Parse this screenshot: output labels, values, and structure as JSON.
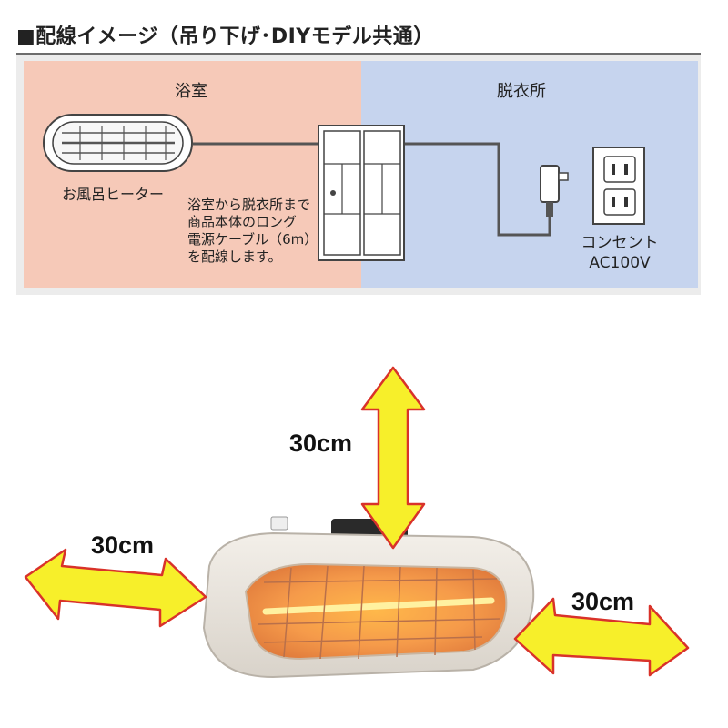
{
  "header": {
    "title": "■配線イメージ（吊り下げ･DIYモデル共通）"
  },
  "diagram": {
    "bathroom_label": "浴室",
    "dressing_room_label": "脱衣所",
    "heater_label": "お風呂ヒーター",
    "cable_note": [
      "浴室から脱衣所まで",
      "商品本体のロング",
      "電源ケーブル（6m）",
      "を配線します。"
    ],
    "outlet_label": "コンセント",
    "outlet_voltage": "AC100V"
  },
  "clearance": {
    "top": "30cm",
    "left": "30cm",
    "right": "30cm"
  },
  "colors": {
    "bathroom": "#f6c9b8",
    "dressing_room": "#c6d4ee",
    "arrow_fill": "#f7ef2a",
    "arrow_stroke": "#d9322a"
  }
}
